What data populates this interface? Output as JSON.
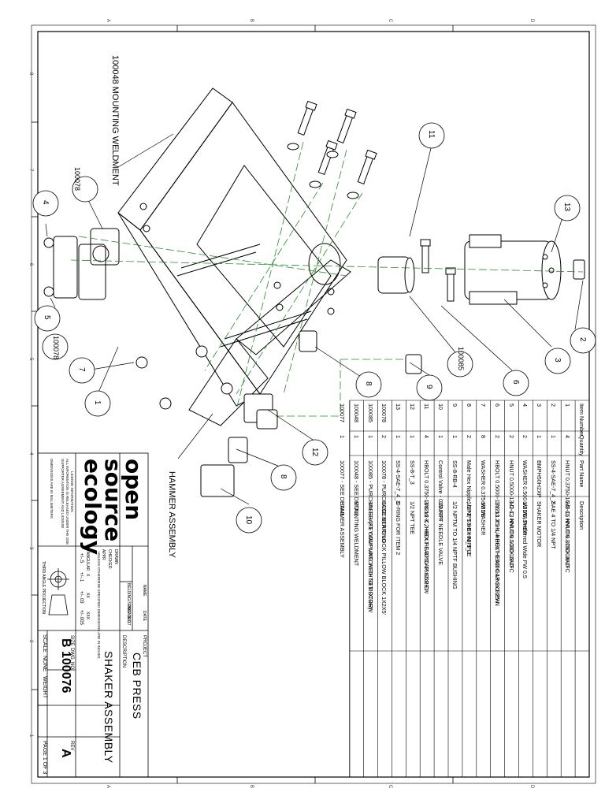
{
  "labels": {
    "mounting_weldment": "100048 MOUNTING WELDMENT",
    "hammer_assembly": "HAMMER ASSEMBLY",
    "balloons": [
      "11",
      "13",
      "4",
      "100078",
      "5",
      "100078",
      "7",
      "1",
      "2",
      "3",
      "6",
      "100085",
      "9",
      "8",
      "12",
      "8",
      "10"
    ]
  },
  "bom": {
    "headers": [
      "Item Number",
      "Quantity",
      "Part Name",
      "Description"
    ],
    "rows": [
      [
        "1",
        "4",
        "HNUT 0.3750-16-D-C, HNUT 0.3750-16-D-C",
        "3/8-16 NYLON LOCK NUT"
      ],
      [
        "2",
        "1",
        "SS-4-SAE-7_4_2",
        "SAE 4 TO 1/4 NPT"
      ],
      [
        "3",
        "1",
        "BMPH50H2XP",
        "SHAKER MOTOR"
      ],
      [
        "4",
        "2",
        "WASHER 0.500-WIDE, Preferred Wide FW 0.5",
        "1/2 WASHER"
      ],
      [
        "5",
        "2",
        "HNUT 0.5000-13-D-C, HNUT 0.5000-13-D-C",
        "1/2-13 NYLON LOCK NUT"
      ],
      [
        "6",
        "2",
        "HBOLT 0.5000-13x2x1.25-N, HBOLT 0.5000-13x2x1.25-N",
        "1/2-13 X 1-1/4 HEX HEAD CAP SCREW"
      ],
      [
        "7",
        "8",
        "WASHER 0.375-WIDE",
        "3/8 WASHER"
      ],
      [
        "8",
        "2",
        "Male Hex Nipple, NPT, SS-8-HN_1_2",
        "1/2 NPT HEX NIPPLE"
      ],
      [
        "9",
        "1",
        "SS-8-RB-4",
        "1/2 NPTM TO 1/4 NPTF BUSHING"
      ],
      [
        "10",
        "1",
        "Control Valve - 0.5NPTF",
        "1/2 NPT NEEDLE VALVE"
      ],
      [
        "11",
        "4",
        "HBOLT 0.3750-16x2x2-C, HBOLT 0.3750-16x2x2-C",
        "3/8-16 X 2 HEX HEAD CAP SCREW"
      ],
      [
        "12",
        "1",
        "SS-8-T_3",
        "1/2 NPT TEE"
      ],
      [
        "13",
        "1",
        "SS-4-SAE-7_4_3",
        "O-RING FOR ITEM 2"
      ],
      [
        "100078",
        "2",
        "100078 - PURCHASE BEARING",
        "ECCENTRIC LOCK PILLOW BLOCK 1X2X5'"
      ],
      [
        "100085",
        "1",
        "100085 - PURCHASED (KEYWAY MATCHED TO MOTOR)",
        "1IN SHAFT COUPLING WITH SET SCREW"
      ],
      [
        "100048",
        "1",
        "100048 - SEE DETAIL",
        "MOUNTING WELDMENT"
      ],
      [
        "100077",
        "1",
        "100077 - SEE DETAIL",
        "HAMMER ASSEMBLY"
      ]
    ]
  },
  "title_block": {
    "logo_lines": [
      "open",
      "source",
      "ecology"
    ],
    "license_1": "LICENSE INFORMATION",
    "license_2": "ALL INFORMATION IS RELEASED UNDER THE OSE",
    "license_3": "SUPPORTER AGREEMENT AND LICENSE",
    "license_4": "DIMENSIONS ARE IN MILLIMETERS",
    "drawn_label": "DRAWN",
    "checked_label": "CHECKED",
    "appr_label": "APPR",
    "name_label": "NAME",
    "date_label": "DATE",
    "drawn_name": "BELDING/SPAFFORD",
    "drawn_date": "2012-02-17",
    "tolerance_note": "UNLESS OTHERWISE SPECIFIED DIMENSIONS ARE IN INCHES",
    "angular": "ANGULAR",
    "tol_x": "X",
    "tol_xx": "XX",
    "tol_xxx": "XXX",
    "tol_ang_val": "+/-.5",
    "tol_x_val": "+/-.1",
    "tol_xx_val": "+/-.03",
    "tol_xxx_val": "+/-.005",
    "projection": "THIRD ANGLE PROJECTION",
    "project_label": "PROJECT",
    "project": "CEB PRESS",
    "description_label": "DESCRIPTION",
    "description": "SHAKER ASSEMBLY",
    "size_label": "SIZE",
    "size": "B",
    "dwg_label": "DWG. NO.",
    "dwg_no": "100076",
    "rev_label": "REV",
    "rev": "A",
    "scale_label": "SCALE",
    "scale": "NONE",
    "weight_label": "WEIGHT",
    "page": "PAGE 1 OF 3"
  },
  "zones": {
    "left": [
      "8",
      "7",
      "6",
      "5",
      "4",
      "3",
      "2",
      "1"
    ],
    "top": [
      "A",
      "B",
      "C",
      "D"
    ]
  }
}
